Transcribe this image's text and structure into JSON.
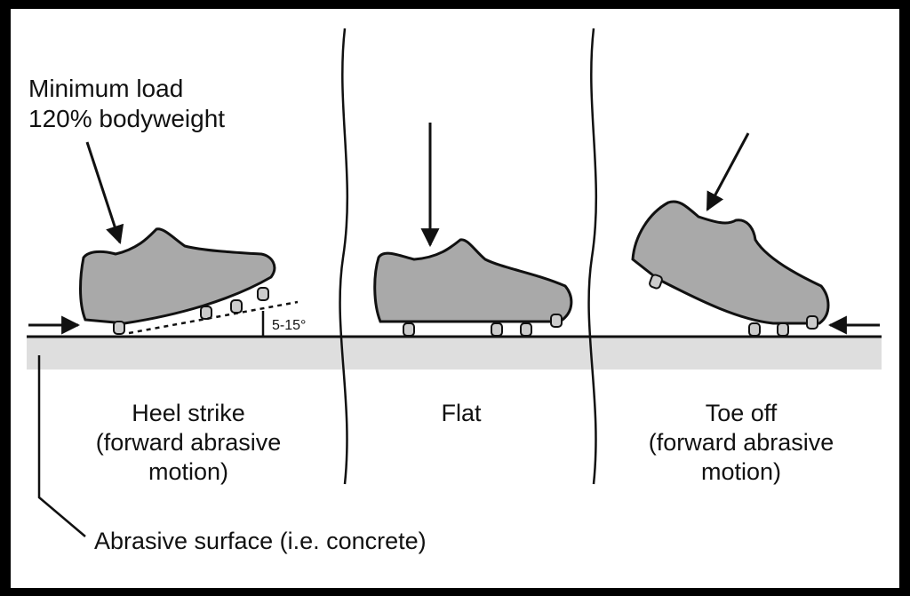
{
  "annotations": {
    "load_line1": "Minimum load",
    "load_line2": "120% bodyweight",
    "angle": "5-15°"
  },
  "phases": [
    {
      "line1": "Heel strike",
      "line2": "(forward abrasive",
      "line3": "motion)"
    },
    {
      "line1": "Flat"
    },
    {
      "line1": "Toe off",
      "line2": "(forward abrasive",
      "line3": "motion)"
    }
  ],
  "surface_label": "Abrasive surface (i.e. concrete)",
  "colors": {
    "border": "#000000",
    "background": "#ffffff",
    "shoe_fill": "#a9a9a9",
    "surface_band": "#dedede",
    "ink": "#111111"
  }
}
